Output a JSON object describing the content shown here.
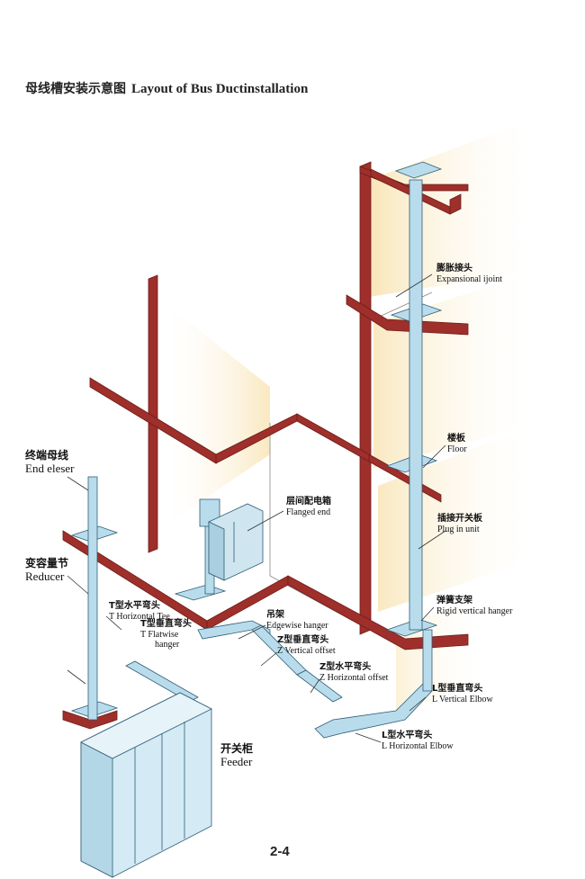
{
  "title": {
    "zh": "母线槽安装示意图",
    "en": "Layout of Bus Ductinstallation"
  },
  "labels": {
    "expansion_joint": {
      "zh": "膨胀接头",
      "en": "Expansional ijoint"
    },
    "floor": {
      "zh": "楼板",
      "en": "Floor"
    },
    "plug_in_unit": {
      "zh": "插接开关板",
      "en": "Plug in unit"
    },
    "rigid_hanger": {
      "zh": "弹簧支架",
      "en": "Rigid vertical hanger"
    },
    "end_closer": {
      "zh": "终端母线",
      "en": "End eleser"
    },
    "flanged_end": {
      "zh": "层间配电箱",
      "en": "Flanged end"
    },
    "reducer": {
      "zh": "变容量节",
      "en": "Reducer"
    },
    "t_horizontal_tee": {
      "zh": "T型水平弯头",
      "en": "T Horizontal Tee"
    },
    "t_flatwise": {
      "zh": "T型垂直弯头",
      "en": "T Flatwise",
      "en2": "hanger"
    },
    "edgewise_hanger": {
      "zh": "吊架",
      "en": "Edgewise hanger"
    },
    "z_vertical_offset": {
      "zh": "Z型垂直弯头",
      "en": "Z Vertical offset"
    },
    "z_horizontal_offset": {
      "zh": "Z型水平弯头",
      "en": "Z Horizontal offset"
    },
    "l_vertical_elbow": {
      "zh": "L型垂直弯头",
      "en": "L Vertical Elbow"
    },
    "l_horizontal_elbow": {
      "zh": "L型水平弯头",
      "en": "L Horizontal Elbow"
    },
    "feeder": {
      "zh": "开关柜",
      "en": "Feeder"
    }
  },
  "page_number": "2-4",
  "colors": {
    "beam": "#9e2f2a",
    "beam_dark": "#6e1d19",
    "duct": "#b9dcec",
    "duct_edge": "#2f5d74",
    "glow": "#f8e3b0"
  }
}
